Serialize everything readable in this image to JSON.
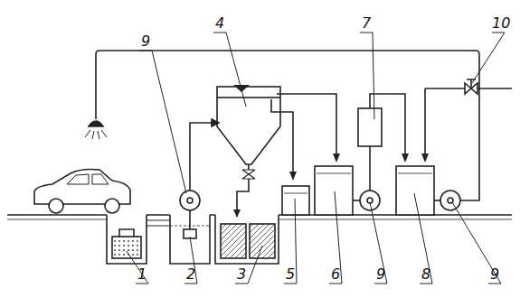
{
  "diagram": {
    "labels": [
      "4",
      "7",
      "10",
      "9",
      "1",
      "2",
      "3",
      "5",
      "6",
      "9",
      "8",
      "9"
    ]
  }
}
